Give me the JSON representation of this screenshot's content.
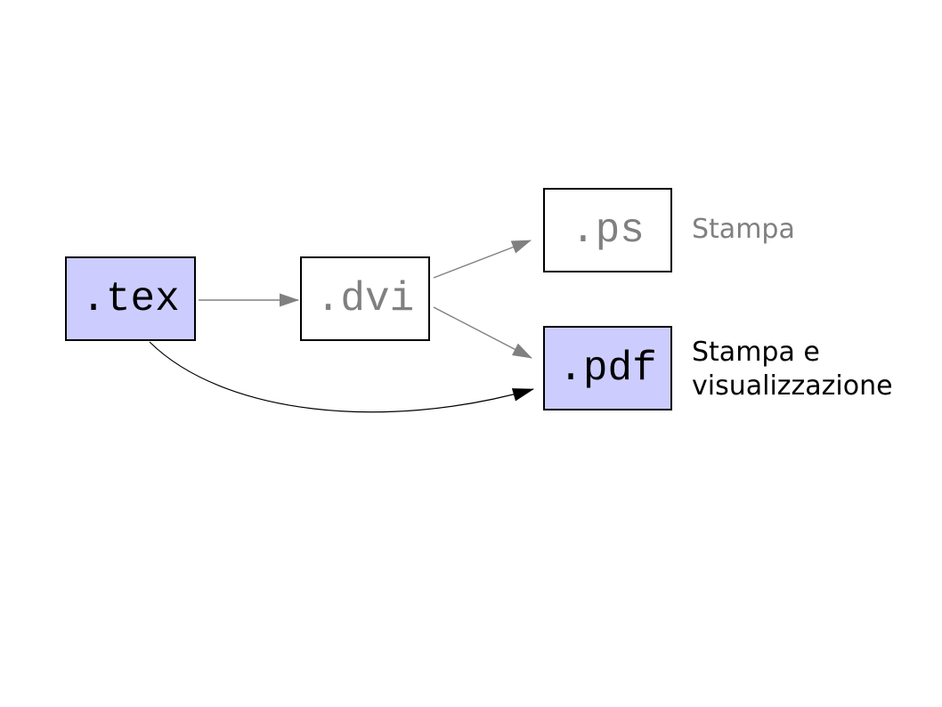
{
  "diagram": {
    "kind": "latex-workflow-flowchart",
    "nodes": {
      "tex": {
        "label": ".tex"
      },
      "dvi": {
        "label": ".dvi"
      },
      "ps": {
        "label": ".ps"
      },
      "pdf": {
        "label": ".pdf"
      }
    },
    "annotations": {
      "ps_note": "Stampa",
      "pdf_note_line1": "Stampa e",
      "pdf_note_line2": "visualizzazione"
    },
    "edges": [
      {
        "from": "tex",
        "to": "dvi",
        "color": "#808080",
        "style": "straight"
      },
      {
        "from": "dvi",
        "to": "ps",
        "color": "#808080",
        "style": "straight"
      },
      {
        "from": "dvi",
        "to": "pdf",
        "color": "#808080",
        "style": "straight"
      },
      {
        "from": "tex",
        "to": "pdf",
        "color": "#000000",
        "style": "curved"
      }
    ],
    "colors": {
      "background": "#ffffff",
      "node_fill_highlight": "#ccccff",
      "node_fill_plain": "#ffffff",
      "node_border": "#000000",
      "muted_text": "#808080",
      "black_text": "#000000"
    }
  }
}
